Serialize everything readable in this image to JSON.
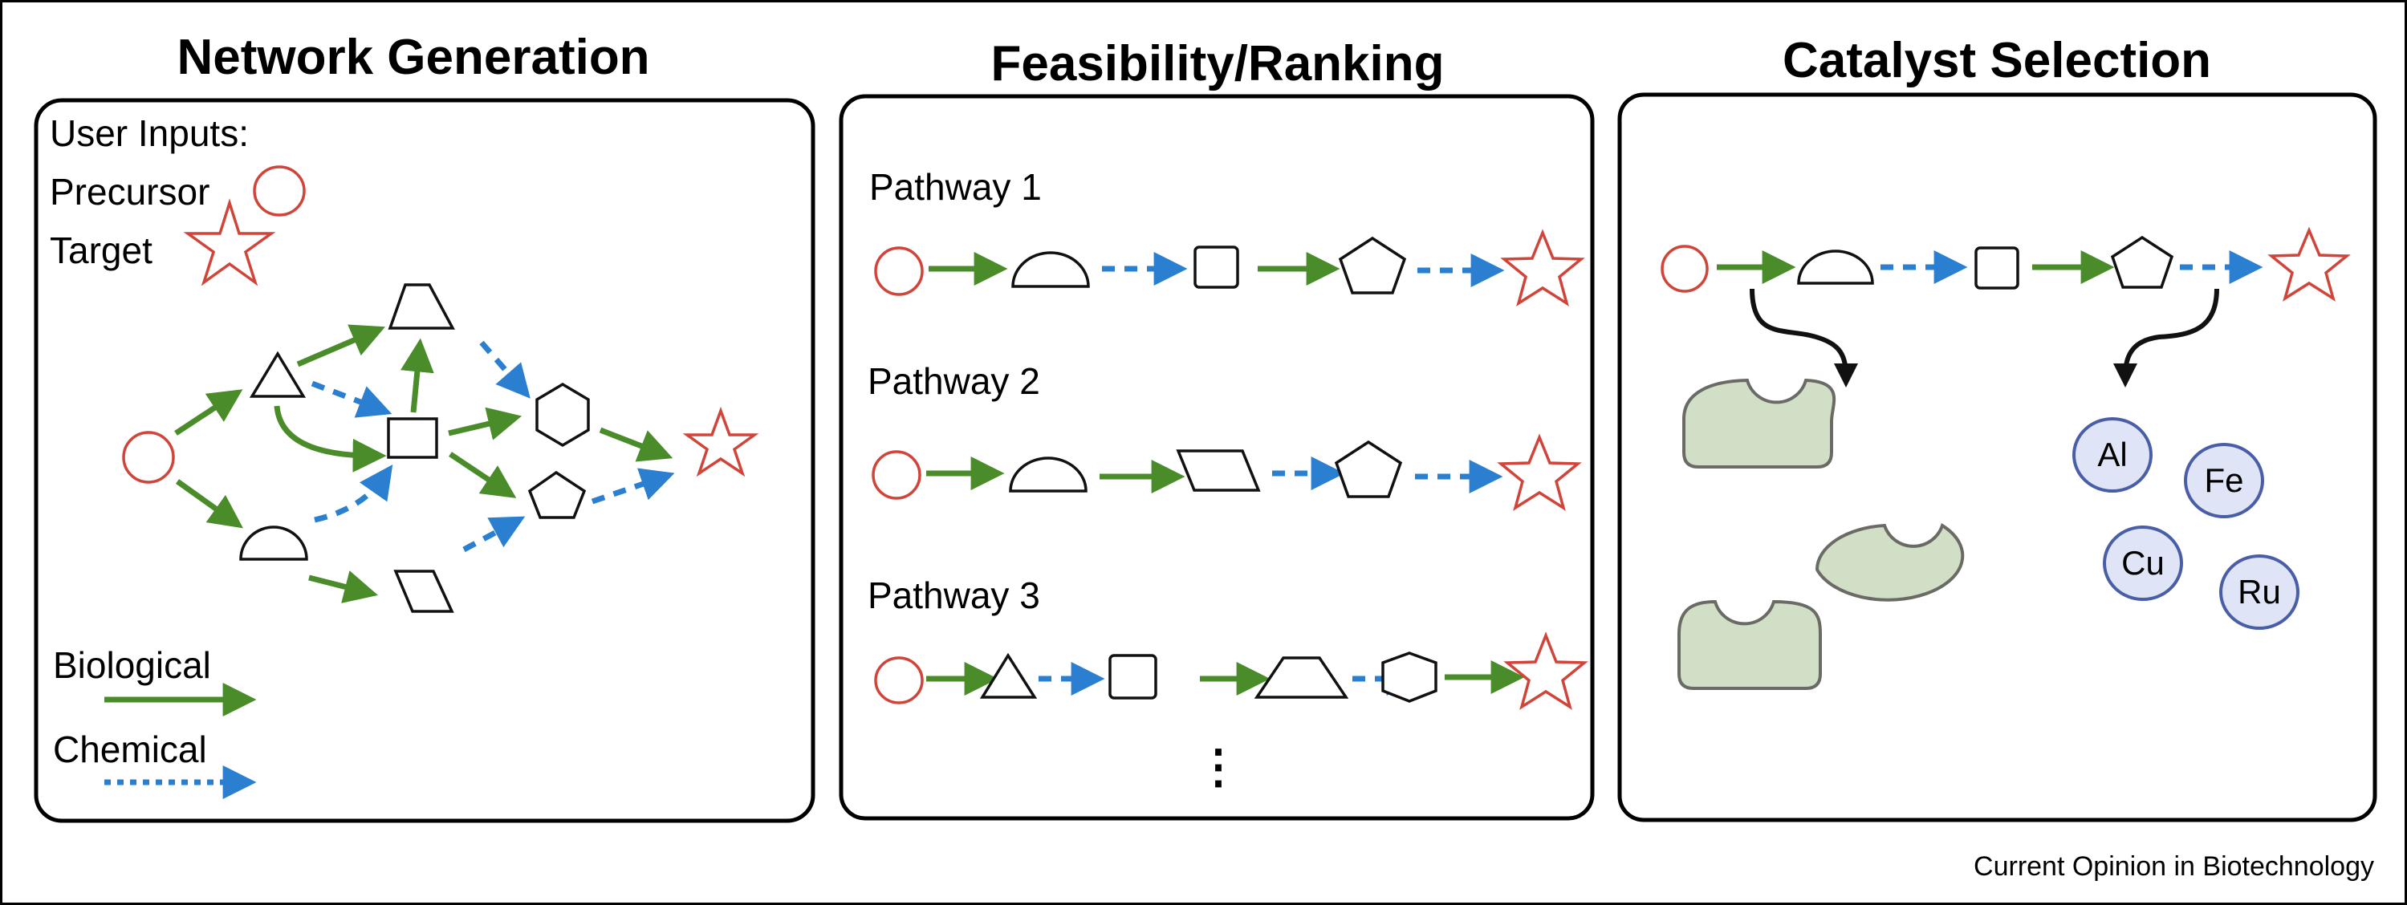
{
  "colors": {
    "biological": "#4a8c2a",
    "chemical": "#2a7fd0",
    "precursor_target": "#d0443a",
    "enzyme_fill": "#d2dfc7",
    "metal_fill": "#dfe5f6",
    "metal_stroke": "#4a5ea8"
  },
  "panels": [
    {
      "title": "Network Generation",
      "user_inputs_label": "User Inputs:",
      "precursor_label": "Precursor",
      "target_label": "Target",
      "legend": {
        "biological_label": "Biological",
        "chemical_label": "Chemical"
      },
      "network": {
        "nodes": [
          "precursor-circle",
          "triangle",
          "semicircle",
          "trapezoid",
          "square",
          "parallelogram",
          "hexagon",
          "pentagon",
          "target-star"
        ],
        "edges": [
          {
            "from": "precursor-circle",
            "to": "triangle",
            "type": "biological"
          },
          {
            "from": "precursor-circle",
            "to": "semicircle",
            "type": "biological"
          },
          {
            "from": "triangle",
            "to": "trapezoid",
            "type": "biological"
          },
          {
            "from": "triangle",
            "to": "square",
            "type": "chemical"
          },
          {
            "from": "triangle",
            "to": "square",
            "type": "biological"
          },
          {
            "from": "square",
            "to": "trapezoid",
            "type": "biological"
          },
          {
            "from": "trapezoid",
            "to": "hexagon",
            "type": "chemical"
          },
          {
            "from": "square",
            "to": "hexagon",
            "type": "biological"
          },
          {
            "from": "square",
            "to": "pentagon",
            "type": "biological"
          },
          {
            "from": "semicircle",
            "to": "square",
            "type": "chemical"
          },
          {
            "from": "semicircle",
            "to": "parallelogram",
            "type": "biological"
          },
          {
            "from": "parallelogram",
            "to": "pentagon",
            "type": "chemical"
          },
          {
            "from": "hexagon",
            "to": "target-star",
            "type": "biological"
          },
          {
            "from": "pentagon",
            "to": "target-star",
            "type": "chemical"
          }
        ]
      }
    },
    {
      "title": "Feasibility/Ranking",
      "pathways": [
        {
          "label": "Pathway 1",
          "nodes": [
            "circle",
            "semicircle",
            "square",
            "pentagon",
            "star"
          ],
          "steps": [
            "biological",
            "chemical",
            "biological",
            "chemical"
          ]
        },
        {
          "label": "Pathway 2",
          "nodes": [
            "circle",
            "semicircle",
            "parallelogram",
            "pentagon",
            "star"
          ],
          "steps": [
            "biological",
            "biological",
            "chemical",
            "chemical"
          ]
        },
        {
          "label": "Pathway 3",
          "nodes": [
            "circle",
            "triangle",
            "square",
            "trapezoid",
            "hexagon",
            "star"
          ],
          "steps": [
            "biological",
            "chemical",
            "biological",
            "chemical",
            "biological"
          ]
        }
      ],
      "ellipsis": "⋮"
    },
    {
      "title": "Catalyst Selection",
      "pathway": {
        "nodes": [
          "circle",
          "semicircle",
          "square",
          "pentagon",
          "star"
        ],
        "steps": [
          "biological",
          "chemical",
          "biological",
          "chemical"
        ]
      },
      "enzymes_count": 3,
      "metals": [
        "Al",
        "Fe",
        "Cu",
        "Ru"
      ]
    }
  ],
  "caption": "Current Opinion in Biotechnology"
}
